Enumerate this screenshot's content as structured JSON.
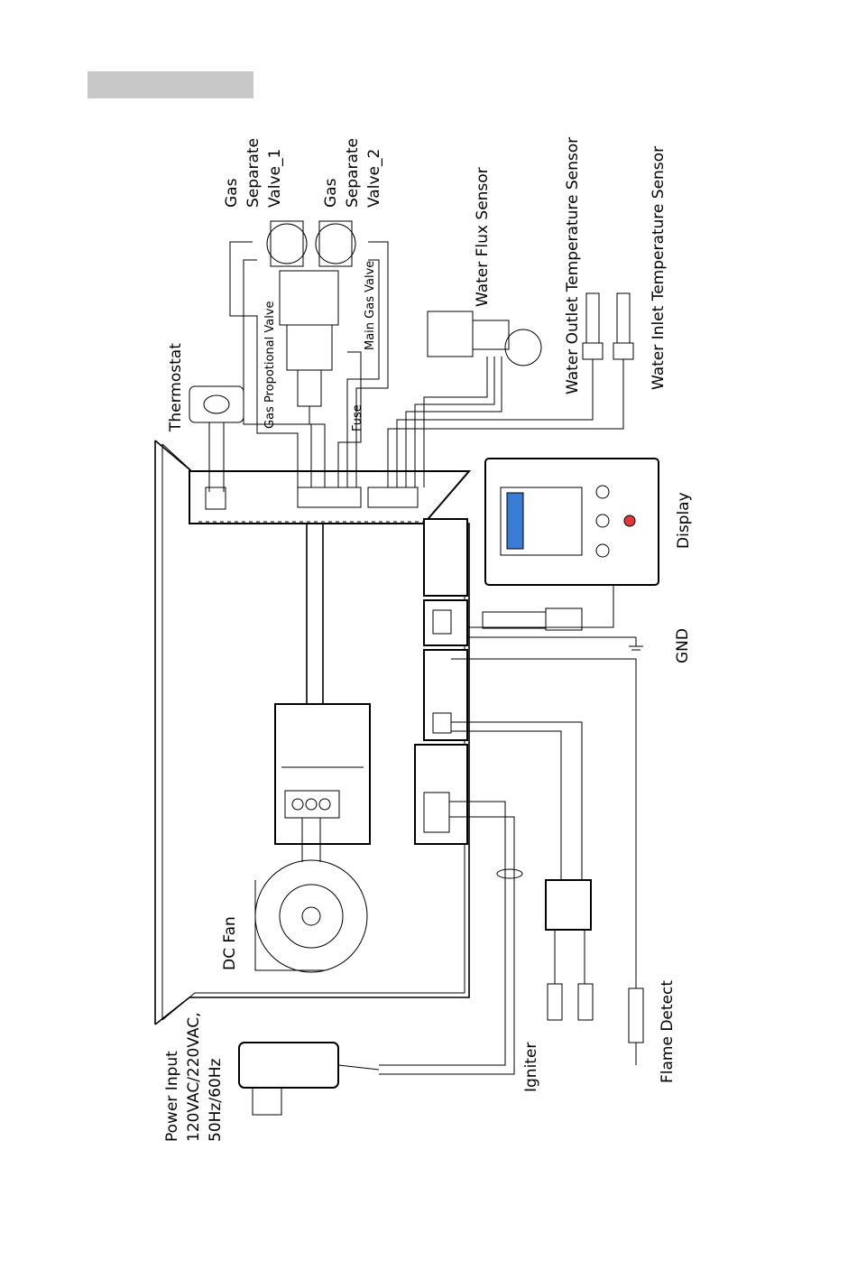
{
  "labels": {
    "gas_valve_1": [
      "Gas",
      "Separate",
      "Valve_1"
    ],
    "gas_valve_2": [
      "Gas",
      "Separate",
      "Valve_2"
    ],
    "water_flux_sensor": "Water Flux Sensor",
    "water_outlet_sensor": "Water Outlet Temperature Sensor",
    "water_inlet_sensor": "Water Inlet Temperature Sensor",
    "thermostat": "Thermostat",
    "gas_proportional_valve": "Gas Propotional Valve",
    "main_gas_valve": "Main Gas Valve",
    "fuse": "Fuse",
    "display": "Display",
    "gnd": "GND",
    "dc_fan": "DC Fan",
    "power_input": [
      "Power Input",
      "120VAC/220VAC,",
      "50Hz/60Hz"
    ],
    "igniter": "Igniter",
    "flame_detect": "Flame Detect"
  }
}
